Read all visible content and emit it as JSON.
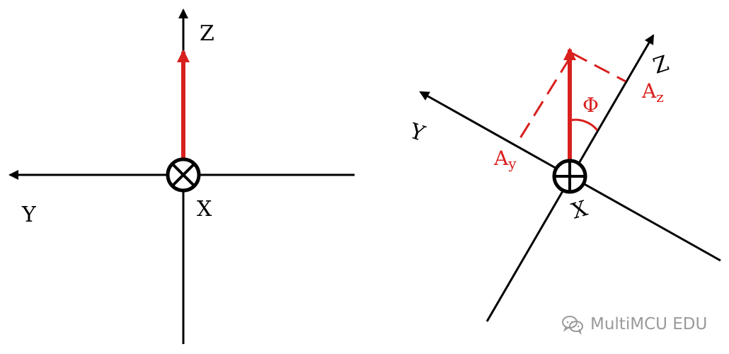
{
  "diagram": {
    "left_panel": {
      "labels": {
        "z_axis": "Z",
        "y_axis": "Y",
        "x_axis": "X"
      }
    },
    "right_panel": {
      "labels": {
        "z_axis": "Z",
        "y_axis": "Y",
        "x_axis": "X",
        "angle": "Φ",
        "component_z": "A",
        "component_z_subscript": "z",
        "component_y": "A",
        "component_y_subscript": "y"
      }
    },
    "colors": {
      "axis": "#000000",
      "vector": "#d8201e",
      "watermark": "#9a9a9a"
    }
  },
  "watermark": {
    "text": "MultiMCU EDU",
    "icon": "wechat-icon"
  }
}
